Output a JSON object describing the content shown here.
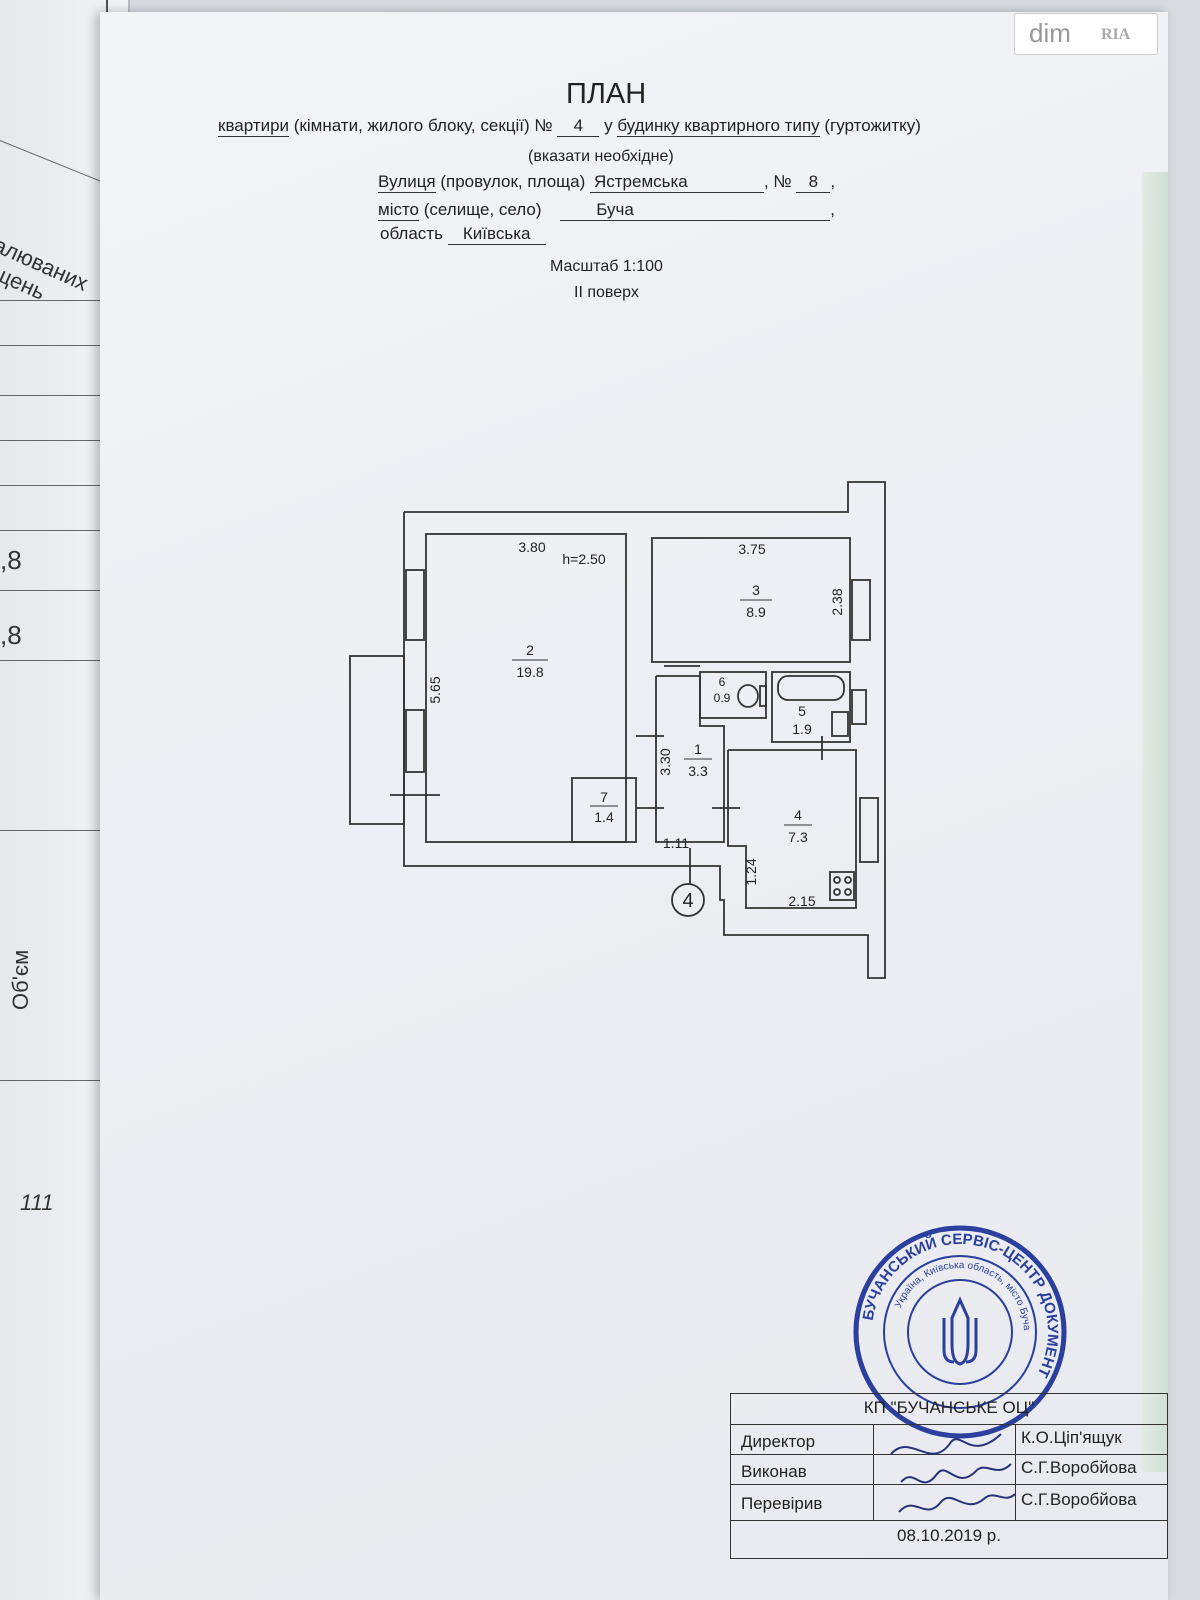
{
  "logo": {
    "part1": "dim",
    "part2": "RIA"
  },
  "back_page": {
    "line1": "алюваних",
    "line2": "щень",
    "value1": ",8",
    "value2": ",8",
    "volume": "Об'єм",
    "page_num": "111"
  },
  "header": {
    "title": "ПЛАН",
    "line1_a": "квартири",
    "line1_b": " (кімнати, жилого блоку, секції) № ",
    "apartment_no": "4",
    "line1_c": " у ",
    "line1_d": "будинку квартирного типу",
    "line1_e": " (гуртожитку)",
    "note": "(вказати необхідне)",
    "street_label_a": "Вулиця",
    "street_label_b": " (провулок, площа) ",
    "street": "Ястремська",
    "no_label": ", № ",
    "house_no": "8",
    "comma": ",",
    "city_label_a": "місто",
    "city_label_b": " (селище, село) ",
    "city": "Буча",
    "region_label": "область ",
    "region": "Київська",
    "scale": "Масштаб  1:100",
    "floor": "II поверх"
  },
  "plan": {
    "rooms": [
      {
        "no": "2",
        "area": "19.8"
      },
      {
        "no": "3",
        "area": "8.9"
      },
      {
        "no": "6",
        "area": "0.9"
      },
      {
        "no": "5",
        "area": "1.9"
      },
      {
        "no": "1",
        "area": "3.3"
      },
      {
        "no": "7",
        "area": "1.4"
      },
      {
        "no": "4",
        "area": "7.3"
      }
    ],
    "dims": [
      "3.80",
      "h=2.50",
      "3.75",
      "2.38",
      "5.65",
      "3.30",
      "1.11",
      "1.24",
      "2.15"
    ],
    "apartment_marker": "4"
  },
  "seal": {
    "ring_text": "БУЧАНСЬКИЙ СЕРВІС-ЦЕНТР ДОКУМЕНТ",
    "inner_text": "Україна, Київська область, місто Буча"
  },
  "signature_table": {
    "org": "КП \"БУЧАНСЬКЕ ОЦ\"",
    "rows": [
      {
        "role": "Директор",
        "name": "К.О.Ціп'ящук"
      },
      {
        "role": "Виконав",
        "name": "С.Г.Воробйова"
      },
      {
        "role": "Перевірив",
        "name": "С.Г.Воробйова"
      }
    ],
    "date": "08.10.2019 р."
  }
}
